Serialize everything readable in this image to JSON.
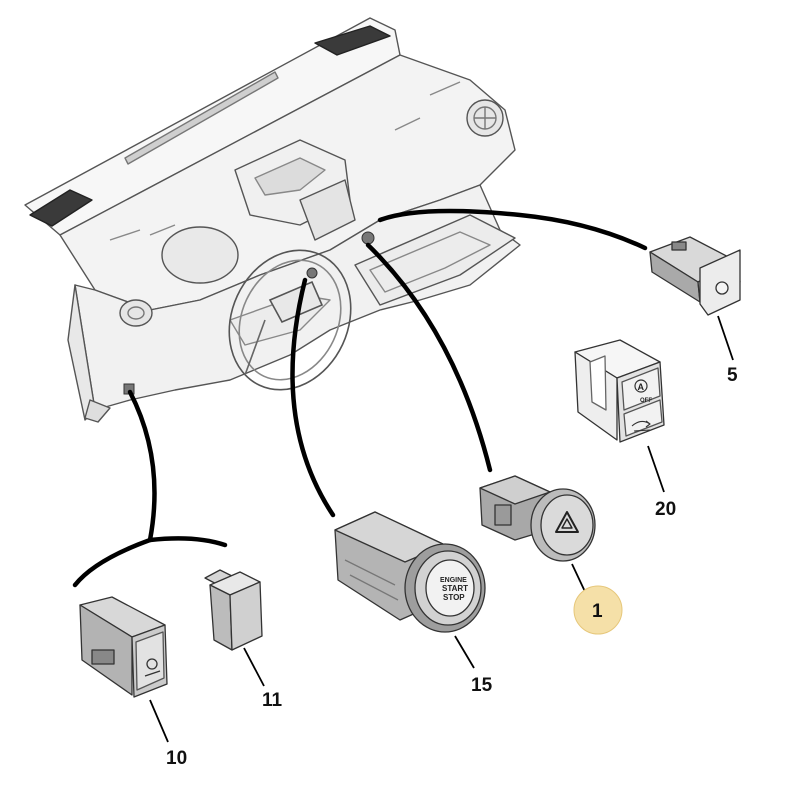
{
  "callouts": [
    {
      "id": "5",
      "label": "5",
      "highlighted": false
    },
    {
      "id": "20",
      "label": "20",
      "highlighted": false
    },
    {
      "id": "1",
      "label": "1",
      "highlighted": true
    },
    {
      "id": "15",
      "label": "15",
      "highlighted": false
    },
    {
      "id": "11",
      "label": "11",
      "highlighted": false
    },
    {
      "id": "10",
      "label": "10",
      "highlighted": false
    }
  ],
  "part_markings": {
    "start_button": [
      "ENGINE",
      "START",
      "STOP"
    ],
    "auto_off_switch": [
      "A",
      "OFF"
    ]
  },
  "colors": {
    "line": "#555555",
    "leader": "#000000",
    "highlight_fill": "#f5e0a8",
    "highlight_stroke": "#e6c77a",
    "part_fill": "#e4e4e4",
    "part_dark": "#a8a8a8"
  },
  "icons": [
    "hazard-triangle-icon",
    "auto-off-icon",
    "ac-recirculation-icon"
  ]
}
